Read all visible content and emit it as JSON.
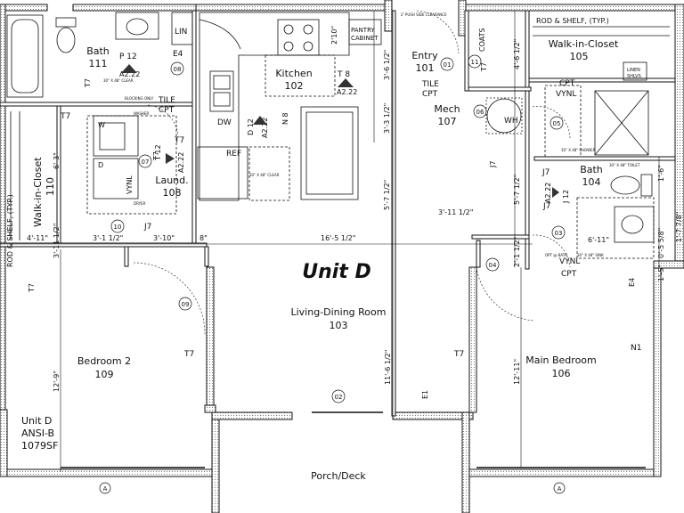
{
  "unit_title": "Unit D",
  "unit_info": [
    "Unit D",
    "ANSI-B",
    "1079SF"
  ],
  "rooms": {
    "kitchen": [
      "Kitchen",
      "102"
    ],
    "entry": [
      "Entry",
      "101"
    ],
    "walk_in_closet_105": [
      "Walk-in-Closet",
      "105"
    ],
    "mech": [
      "Mech",
      "107"
    ],
    "bath_104": [
      "Bath",
      "104"
    ],
    "bath_111": [
      "Bath",
      "111"
    ],
    "laund": [
      "Laund.",
      "108"
    ],
    "walk_in_closet_110": [
      "Walk-in-Closet",
      "110"
    ],
    "living": [
      "Living-Dining Room",
      "103"
    ],
    "bedroom2": [
      "Bedroom 2",
      "109"
    ],
    "main_bedroom": [
      "Main Bedroom",
      "106"
    ],
    "porch": "Porch/Deck"
  },
  "fixtures": {
    "lin": "LIN",
    "pantry": [
      "PANTRY",
      "CABINET"
    ],
    "coats": "COATS",
    "linen": [
      "LINEN",
      "SHLVS"
    ],
    "rod_shelf_top": "ROD & SHELF, (TYP.)",
    "rod_shelf_side": "ROD & SHELF, (TYP.)",
    "dw": "DW",
    "ref": "REF",
    "wh": "WH",
    "w": "W",
    "d": "D"
  },
  "finishes": {
    "tile_kitchen": "TILE",
    "cpt_laund": "CPT",
    "tile_entry": "TILE",
    "cpt_entry": "CPT",
    "cpt_closet": "CPT",
    "vynl_bath": "VYNL",
    "vynl_bath_lower": "VYNL",
    "cpt_bath_lower": "CPT",
    "vynl_laund": "VYNL"
  },
  "tags": {
    "t7_bath111": "T7",
    "t7_closet110": "T7",
    "t7_laund": "T7",
    "t7_laund_right": "T7",
    "t7_coats": "T7",
    "t7_bedroom2": "T7",
    "t7_left": "T7",
    "t7_main": "T7",
    "j7_laund": "J7",
    "j7_mech": "J7",
    "j7_bath": "J7",
    "j7_bath_b": "J7",
    "e4_bath111": "E4",
    "e4_main": "E4",
    "e1_living": "E1",
    "n1_main": "N1",
    "p12": "P 12",
    "a222_bath": "A2.22",
    "a222_kitchen": "A2.22",
    "a222_kitchen_b": "A2.22",
    "a222_laund": "A2.22",
    "a222_bath104": "A2.22",
    "t8": "T 8",
    "d12": "D 12",
    "n8": "N 8",
    "t12": "T 12",
    "j12": "J 12"
  },
  "door_tags": [
    "01",
    "02",
    "03",
    "04",
    "05",
    "06",
    "07",
    "08",
    "09",
    "10",
    "11"
  ],
  "dimensions": {
    "d_2_10": "2'10\"",
    "d_3_6_half": "3'-6 1/2\"",
    "d_4_6_half": "4'-6 1/2\"",
    "d_3_3_half": "3'-3 1/2\"",
    "d_5_7_half_a": "5'-7 1/2\"",
    "d_5_7_half_b": "5'-7 1/2\"",
    "d_3_11_half_top": "3'-11 1/2\"",
    "d_2_1_half": "2'-1 1/2\"",
    "d_16_5_half": "16'-5 1/2\"",
    "d_4_11": "4'-11\"",
    "d_3_1_half": "3'-1 1/2\"",
    "d_3_10": "3'-10\"",
    "d_8": "8\"",
    "d_3_11_half_left": "3'-11 1/2\"",
    "d_6_3": "6'-3\"",
    "d_12_9": "12'-9\"",
    "d_11_6_half": "11'-6 1/2\"",
    "d_12_11": "12'-11\"",
    "d_1_6": "1'-6\"",
    "d_1_7_8": "1'-7 7/8\"",
    "d_6_11": "6'-11\"",
    "d_0_5_8": "0'-5 5/8\"",
    "d_1_5": "1'-5\""
  },
  "notes": {
    "clear_30x48_bath": "30\" X 48\" CLEAR",
    "blocking": "BLOCKING ONLY",
    "clear_30x48_pantry": "2' PUSH SIDE CLEARANCE",
    "washer": "WASHER",
    "dryer": "DRYER",
    "clear_ref": "30\" X 48\" CLEAR",
    "clear_toilet": "30\" X 48\" TOILET",
    "clear_shower": "30\" X 48\" SHOWER",
    "clear_sink": "30\" X 48\" SINK",
    "opt_bath": "OPT @ BATH"
  },
  "section_marker": "A"
}
